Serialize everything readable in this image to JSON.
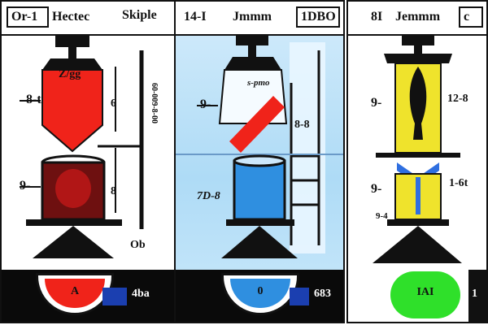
{
  "panels": [
    {
      "header": {
        "left": "Or-1",
        "middle": "Hectec",
        "right": "Skiple"
      },
      "labels": {
        "vessel_mark": "Z/gg",
        "left_top": "8-t",
        "right_top": "6",
        "left_bottom": "9-",
        "right_bottom": "8",
        "scale_text": "60-009-8-00",
        "bottom_right": "Ob"
      },
      "dial": {
        "text": "A"
      },
      "footer": {
        "button": "",
        "value": "4ba"
      }
    },
    {
      "header": {
        "left": "14-I",
        "middle": "Jmmm",
        "right": "1DBO"
      },
      "labels": {
        "vessel_mark": "s-pmo",
        "left_top": "9-",
        "ladder": "8-8",
        "left_bottom": "7D-8"
      },
      "dial": {
        "text": "0"
      },
      "footer": {
        "button": "",
        "value": "683"
      }
    },
    {
      "header": {
        "left": "8I",
        "middle": "Jemmm",
        "right": "c"
      },
      "labels": {
        "left_top": "9-",
        "right_top": "12-8",
        "left_bottom": "9-",
        "right_bottom": "1-6t",
        "small": "9-4"
      },
      "dial": {
        "text": "IAI"
      },
      "footer": {
        "value": "1"
      }
    }
  ],
  "colors": {
    "red": "#f0231a",
    "dark_red": "#6e1010",
    "blue": "#2f8fe0",
    "yellow": "#efe32c",
    "green": "#2fe02a",
    "black": "#111111"
  }
}
